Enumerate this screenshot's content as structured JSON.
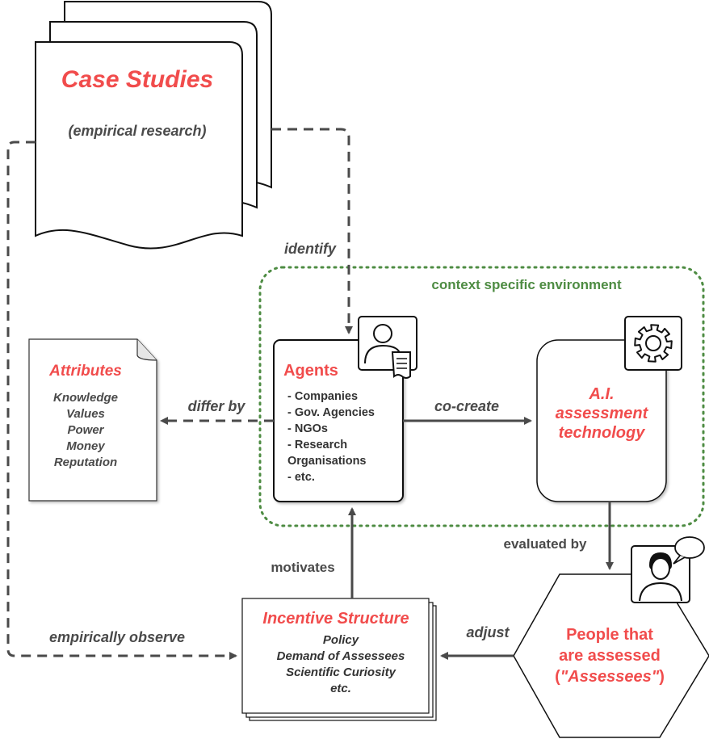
{
  "case_studies": {
    "title": "Case Studies",
    "subtitle": "(empirical research)"
  },
  "context_label": "context specific environment",
  "attributes": {
    "title": "Attributes",
    "items": [
      "Knowledge",
      "Values",
      "Power",
      "Money",
      "Reputation"
    ]
  },
  "agents": {
    "title": "Agents",
    "items": [
      "- Companies",
      "- Gov. Agencies",
      "- NGOs",
      "- Research",
      " Organisations",
      "- etc."
    ]
  },
  "ai_tech": {
    "lines": [
      "A.I.",
      "assessment",
      "technology"
    ]
  },
  "incentive": {
    "title": "Incentive Structure",
    "items": [
      "Policy",
      "Demand of Assessees",
      "Scientific Curiosity",
      "etc."
    ]
  },
  "people": {
    "lines": [
      "People that",
      "are assessed",
      "(\"Assessees\")"
    ]
  },
  "edges": {
    "identify": "identify",
    "differ_by": "differ by",
    "co_create": "co-create",
    "evaluated_by": "evaluated by",
    "motivates": "motivates",
    "adjust": "adjust",
    "empirically_observe": "empirically observe"
  },
  "icons": [
    "user-document-icon",
    "gear-icon",
    "person-speech-bubble-icon"
  ],
  "colors": {
    "title_red": "#f14c4c",
    "edge_grey": "#4a4a4a",
    "context_green": "#4e8c43"
  }
}
